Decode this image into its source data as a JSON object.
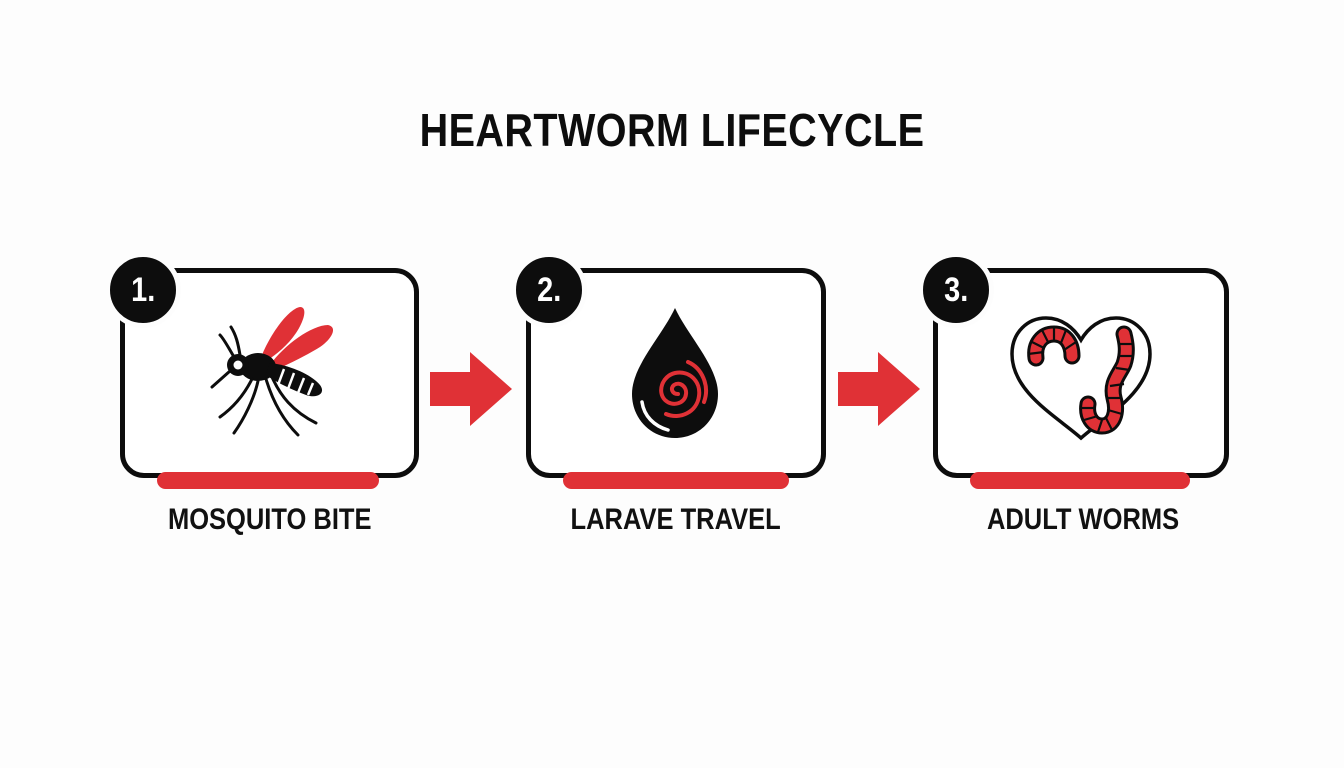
{
  "title": "HEARTWORM LIFECYCLE",
  "colors": {
    "accent": "#e03136",
    "ink": "#0d0d0d",
    "background": "#fdfdfd"
  },
  "steps": [
    {
      "number": "1.",
      "label": "MOSQUITO BITE",
      "icon": "mosquito-icon"
    },
    {
      "number": "2.",
      "label": "LARAVE TRAVEL",
      "icon": "blood-drop-spiral-icon"
    },
    {
      "number": "3.",
      "label": "ADULT WORMS",
      "icon": "heart-worms-icon"
    }
  ],
  "connectors": [
    {
      "icon": "arrow-right-icon"
    },
    {
      "icon": "arrow-right-icon"
    }
  ]
}
